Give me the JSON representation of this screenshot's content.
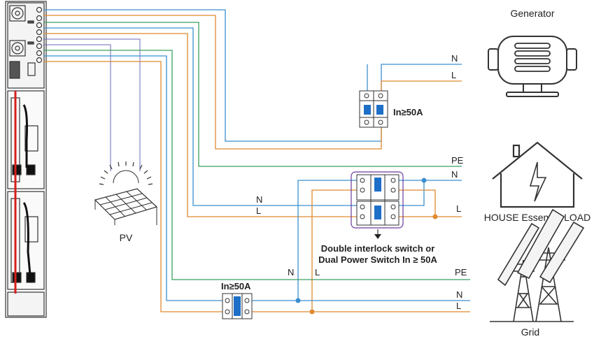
{
  "labels": {
    "generator": "Generator",
    "house_load": "HOUSE Essential LOAD",
    "grid": "Grid",
    "pv": "PV",
    "switch_note_line1": "Double interlock switch or",
    "switch_note_line2": "Dual Power Switch In ≥ 50A",
    "breaker_gen_rating": "In≥50A",
    "breaker_grid_rating": "In≥50A"
  },
  "wire_labels": {
    "gen_n": "N",
    "gen_l": "L",
    "load_pe": "PE",
    "load_n": "N",
    "load_l": "L",
    "switch_n": "N",
    "switch_l": "L",
    "grid_n_vertical": "N",
    "grid_l_vertical": "L",
    "grid_pe": "PE",
    "grid_n": "N",
    "grid_l": "L"
  },
  "colors": {
    "neutral_wire": "#3a8fd0",
    "line_wire": "#e0892e",
    "pe_wire": "#3aa060",
    "pv_wire": "#6a6ab8",
    "outline": "#333333",
    "breaker_blue": "#1e6fc8",
    "highlight_red": "#d81e1e",
    "switch_frame": "#6a3a9a"
  },
  "icons": [
    "generator-icon",
    "house-lightning-icon",
    "pylon-icon",
    "solar-panel-icon",
    "inverter-battery-icon"
  ]
}
